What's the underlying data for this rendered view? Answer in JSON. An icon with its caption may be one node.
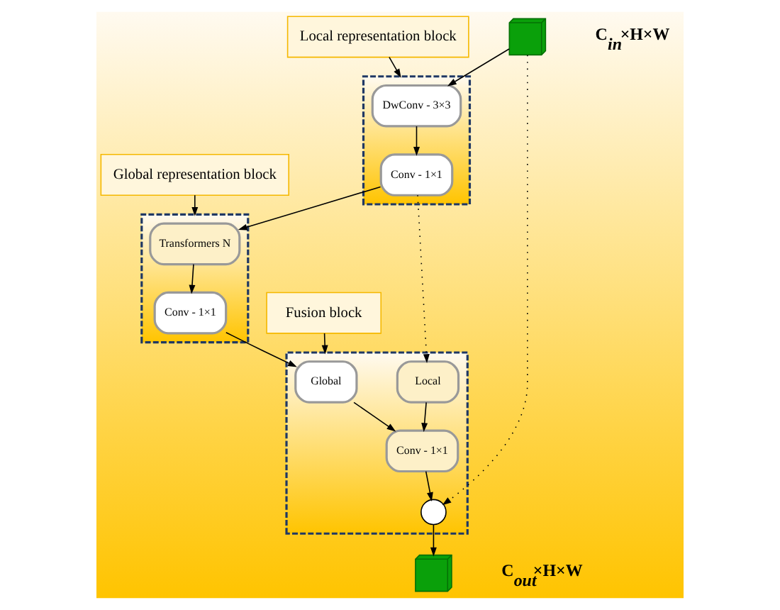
{
  "diagram": {
    "nodes": [
      {
        "text": [],
        "shape": "cube",
        "beside": [
          "C$_{in}$×H×W"
        ]
      },
      {
        "text": [
          "Local representation block"
        ]
      },
      {
        "text": [],
        "shape": "box"
      },
      {
        "text": [
          "DwConv - 3×3"
        ],
        "in": 2
      },
      {
        "text": [
          "Conv - 1×1"
        ],
        "in": 2
      },
      {
        "text": [
          "Global representation block"
        ]
      },
      {
        "text": [],
        "shape": "box"
      },
      {
        "text": [
          "Transformers N"
        ],
        "in": 6
      },
      {
        "text": [
          "Conv - 1×1"
        ],
        "in": 6
      },
      {
        "text": [
          "Fusion block"
        ]
      },
      {
        "text": [],
        "shape": "box"
      },
      {
        "text": [
          "Global"
        ],
        "in": 10
      },
      {
        "text": [
          "Local"
        ],
        "in": 10
      },
      {
        "text": [
          "Conv - 1×1"
        ],
        "in": 10
      },
      {
        "text": [],
        "shape": "circle",
        "in": 10
      },
      {
        "text": [],
        "shape": "cube",
        "beside": [
          "C$_{out}$×H×W"
        ]
      }
    ],
    "edges": [
      {
        "from": 1,
        "to": 2,
        "arrow": "to"
      },
      {
        "from": 5,
        "to": 6,
        "arrow": "to"
      },
      {
        "from": 9,
        "to": 10,
        "arrow": "to"
      },
      {
        "from": 0,
        "to": 3,
        "arrow": "to"
      },
      {
        "from": 3,
        "to": 4,
        "arrow": "to"
      },
      {
        "from": 4,
        "to": 7,
        "arrow": "to"
      },
      {
        "from": 7,
        "to": 8,
        "arrow": "to"
      },
      {
        "from": 8,
        "to": 11,
        "arrow": "to"
      },
      {
        "from": 4,
        "to": 12,
        "arrow": "to",
        "style": "dashed"
      },
      {
        "from": 0,
        "to": 14,
        "arrow": "to",
        "style": "dashed"
      },
      {
        "from": 11,
        "to": 13,
        "arrow": "to"
      },
      {
        "from": 12,
        "to": 13,
        "arrow": "to"
      },
      {
        "from": 13,
        "to": 14,
        "arrow": "to"
      },
      {
        "from": 14,
        "to": 15,
        "arrow": "to"
      }
    ]
  }
}
